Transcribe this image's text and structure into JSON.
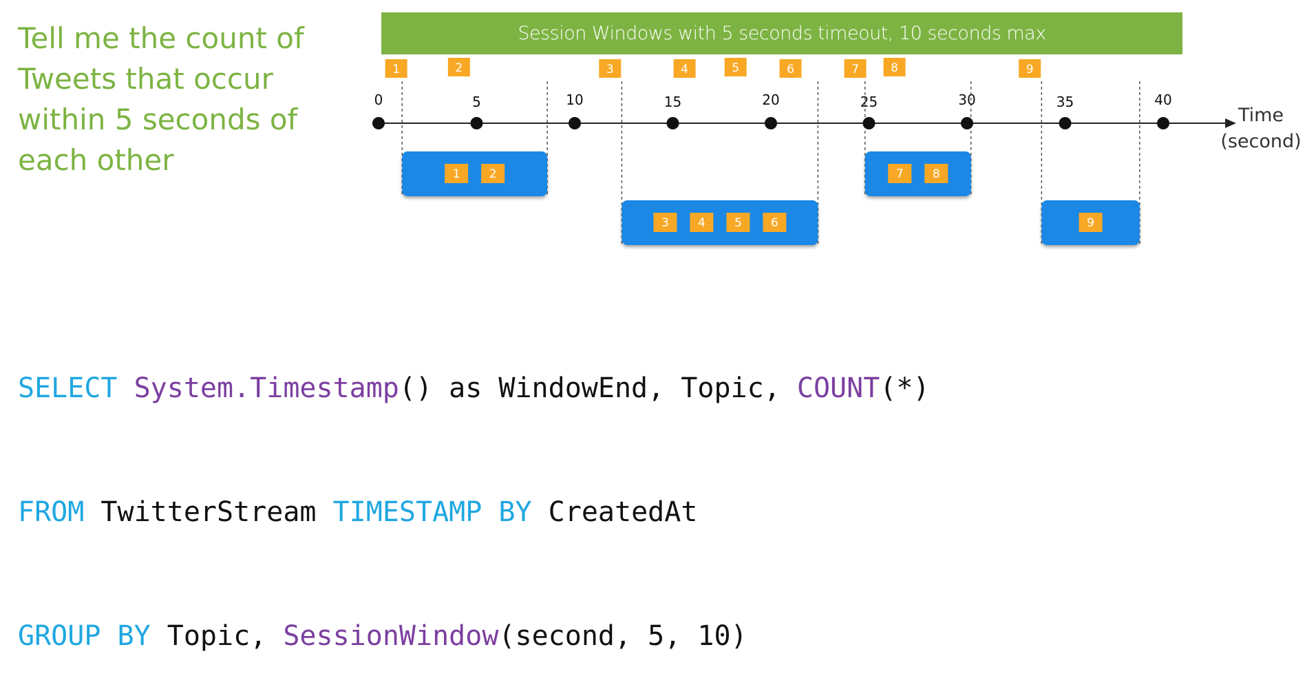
{
  "question": {
    "lines": [
      "Tell me the count of",
      "Tweets that occur",
      "within 5 seconds of",
      "each other"
    ]
  },
  "banner": {
    "title": "Session Windows with 5 seconds timeout, 10 seconds max"
  },
  "timeline": {
    "axis_label_line1": "Time",
    "axis_label_line2": "(second)",
    "ticks": [
      "0",
      "5",
      "10",
      "15",
      "20",
      "25",
      "30",
      "35",
      "40"
    ]
  },
  "events": [
    {
      "label": "1",
      "t": 0.9
    },
    {
      "label": "2",
      "t": 4.1
    },
    {
      "label": "3",
      "t": 11.8
    },
    {
      "label": "4",
      "t": 15.6
    },
    {
      "label": "5",
      "t": 18.2
    },
    {
      "label": "6",
      "t": 21.0
    },
    {
      "label": "7",
      "t": 24.3
    },
    {
      "label": "8",
      "t": 26.3
    },
    {
      "label": "9",
      "t": 33.2
    }
  ],
  "windows": [
    {
      "start": 1.2,
      "end": 8.6,
      "row": 0,
      "events": [
        "1",
        "2"
      ]
    },
    {
      "start": 12.4,
      "end": 22.4,
      "row": 1,
      "events": [
        "3",
        "4",
        "5",
        "6"
      ]
    },
    {
      "start": 24.8,
      "end": 30.2,
      "row": 0,
      "events": [
        "7",
        "8"
      ]
    },
    {
      "start": 33.8,
      "end": 38.8,
      "row": 1,
      "events": [
        "9"
      ]
    }
  ],
  "colors": {
    "green": "#7cb342",
    "orange": "#f9a825",
    "blue": "#1e88e5",
    "keyword": "#1ea7e1",
    "function": "#7b3fa0"
  },
  "query": {
    "line1": {
      "select": "SELECT ",
      "timestamp_fn": "System.Timestamp",
      "rest1": "() as WindowEnd, Topic, ",
      "count_fn": "COUNT",
      "rest2": "(*)"
    },
    "line2": {
      "from": "FROM ",
      "stream": "TwitterStream ",
      "timestamp_by": "TIMESTAMP BY ",
      "field": "CreatedAt"
    },
    "line3": {
      "group_by": "GROUP BY ",
      "topic": "Topic, ",
      "session_fn": "SessionWindow",
      "args": "(second, 5, 10)"
    }
  }
}
